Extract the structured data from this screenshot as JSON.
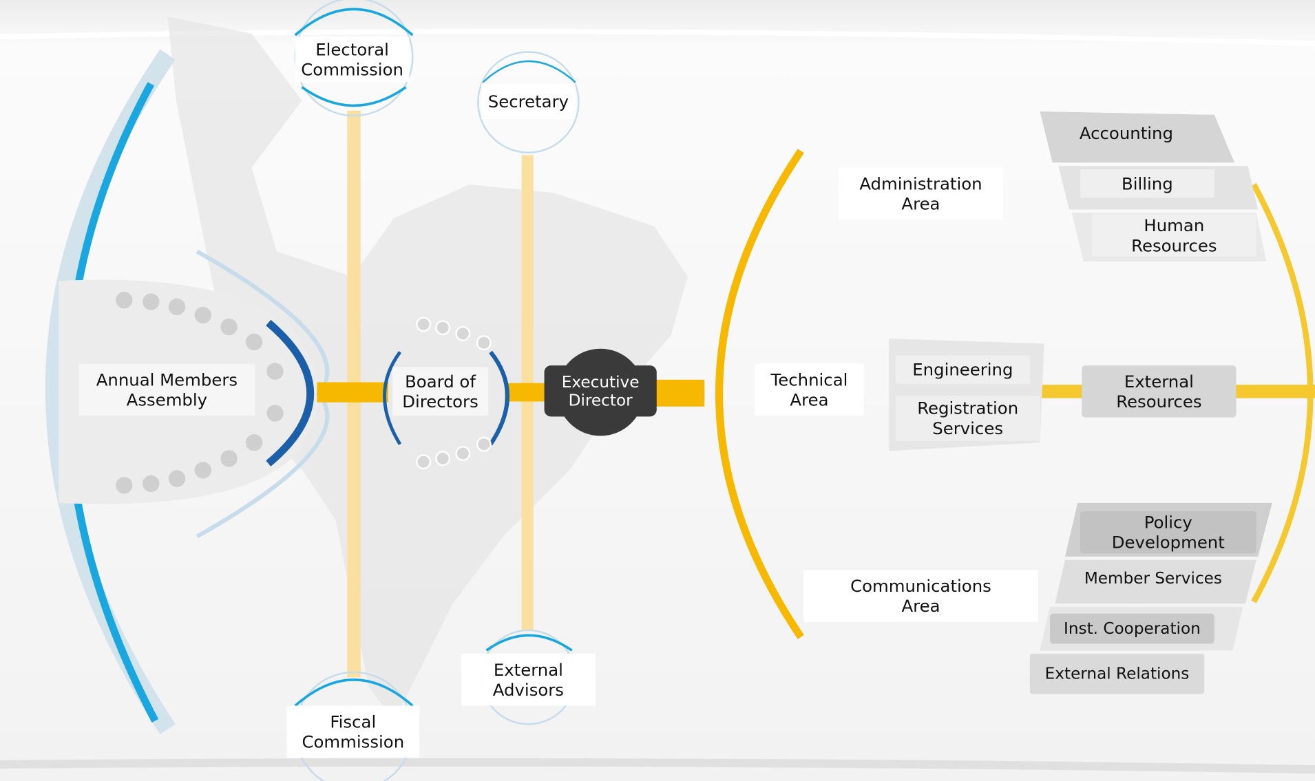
{
  "nodes": {
    "electoral_commission": "Electoral\nCommission",
    "secretary": "Secretary",
    "annual_members_assembly": "Annual Members\nAssembly",
    "board_of_directors": "Board of\nDirectors",
    "executive_director": "Executive\nDirector",
    "external_advisors": "External\nAdvisors",
    "fiscal_commission": "Fiscal\nCommission",
    "administration_area": "Administration\nArea",
    "technical_area": "Technical\nArea",
    "communications_area": "Communications\nArea",
    "accounting": "Accounting",
    "billing": "Billing",
    "human_resources": "Human\nResources",
    "engineering": "Engineering",
    "registration_services": "Registration\nServices",
    "external_resources": "External\nResources",
    "policy_development": "Policy\nDevelopment",
    "member_services": "Member Services",
    "inst_cooperation": "Inst. Cooperation",
    "external_relations": "External Relations"
  },
  "colors": {
    "assembly_arc": "#1aa7e0",
    "board_arc": "#1a5fa8",
    "connector": "#f6b800",
    "connector_light": "#f9dfa0",
    "executive_fill": "#3a3a3a"
  }
}
